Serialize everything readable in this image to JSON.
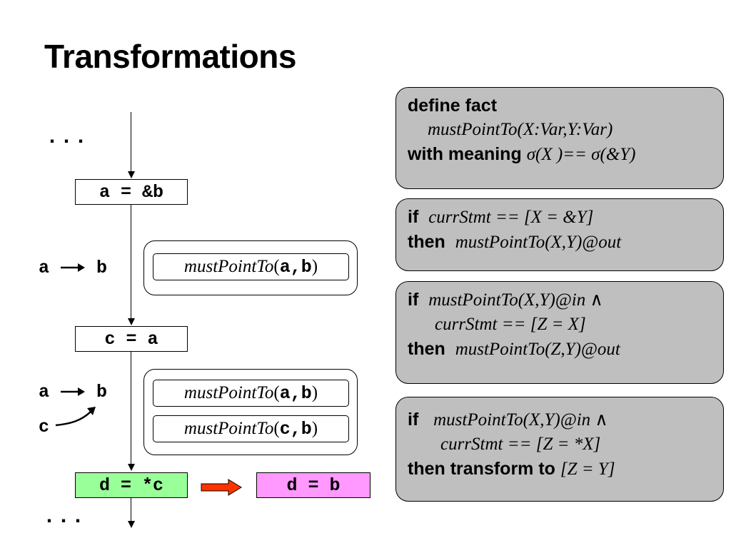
{
  "title": "Transformations",
  "cfg": {
    "dots_top": "...",
    "dots_bottom": "...",
    "stmt1": "a = &b",
    "stmt2": "c = a",
    "stmt3": "d = *c",
    "stmt_result": "d = b",
    "colors": {
      "original_stmt_bg": "#99ff99",
      "result_stmt_bg": "#ff99ff",
      "transform_arrow": "#ff3300",
      "rule_bg": "#bfbfbf"
    }
  },
  "pointsto": {
    "label1_from": "a",
    "label1_to": "b",
    "label2_from": "a",
    "label2_to": "b",
    "label3_from": "c"
  },
  "facts": {
    "fact_name": "mustPointTo",
    "f1_args": "a,b",
    "f2_args": "a,b",
    "f3_args": "c,b"
  },
  "rules": {
    "define": {
      "kw1": "define fact",
      "decl": "mustPointTo(X:Var,Y:Var)",
      "kw2": "with meaning",
      "meaning": "σ(X )== σ(&Y)"
    },
    "r1": {
      "kw_if": "if",
      "cond": "currStmt == [X = &Y]",
      "kw_then": "then",
      "concl": "mustPointTo(X,Y)@out"
    },
    "r2": {
      "kw_if": "if",
      "cond1": "mustPointTo(X,Y)@in ∧",
      "cond2": "currStmt == [Z = X]",
      "kw_then": "then",
      "concl": "mustPointTo(Z,Y)@out"
    },
    "r3": {
      "kw_if": "if",
      "cond1": "mustPointTo(X,Y)@in ∧",
      "cond2": "currStmt == [Z = *X]",
      "kw_then": "then transform to",
      "concl": "[Z = Y]"
    }
  }
}
